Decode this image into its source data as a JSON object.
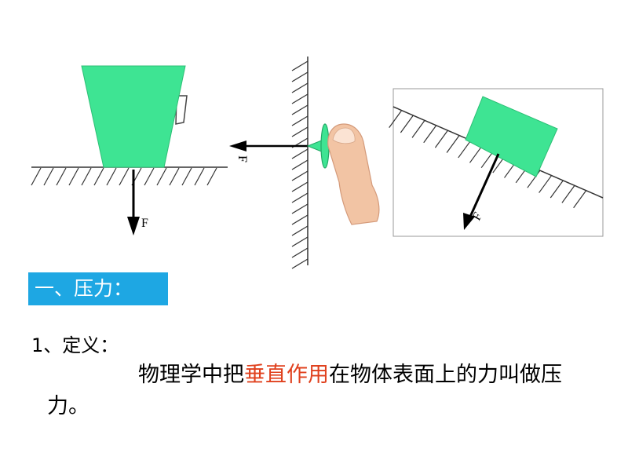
{
  "figures": {
    "cup_on_floor": {
      "force_label": "F"
    },
    "finger_on_wall": {
      "force_label": "F"
    },
    "block_on_incline": {
      "force_label": "F"
    }
  },
  "colors": {
    "object_green": "#3ee493",
    "title_bar": "#1ea7e3",
    "highlight": "#e0411e"
  },
  "section_title": "一、压力：",
  "definition": {
    "heading": "1、定义：",
    "text_before": "物理学中把",
    "text_highlight": "垂直作用",
    "text_after": "在物体表面上的力叫做压力。"
  }
}
